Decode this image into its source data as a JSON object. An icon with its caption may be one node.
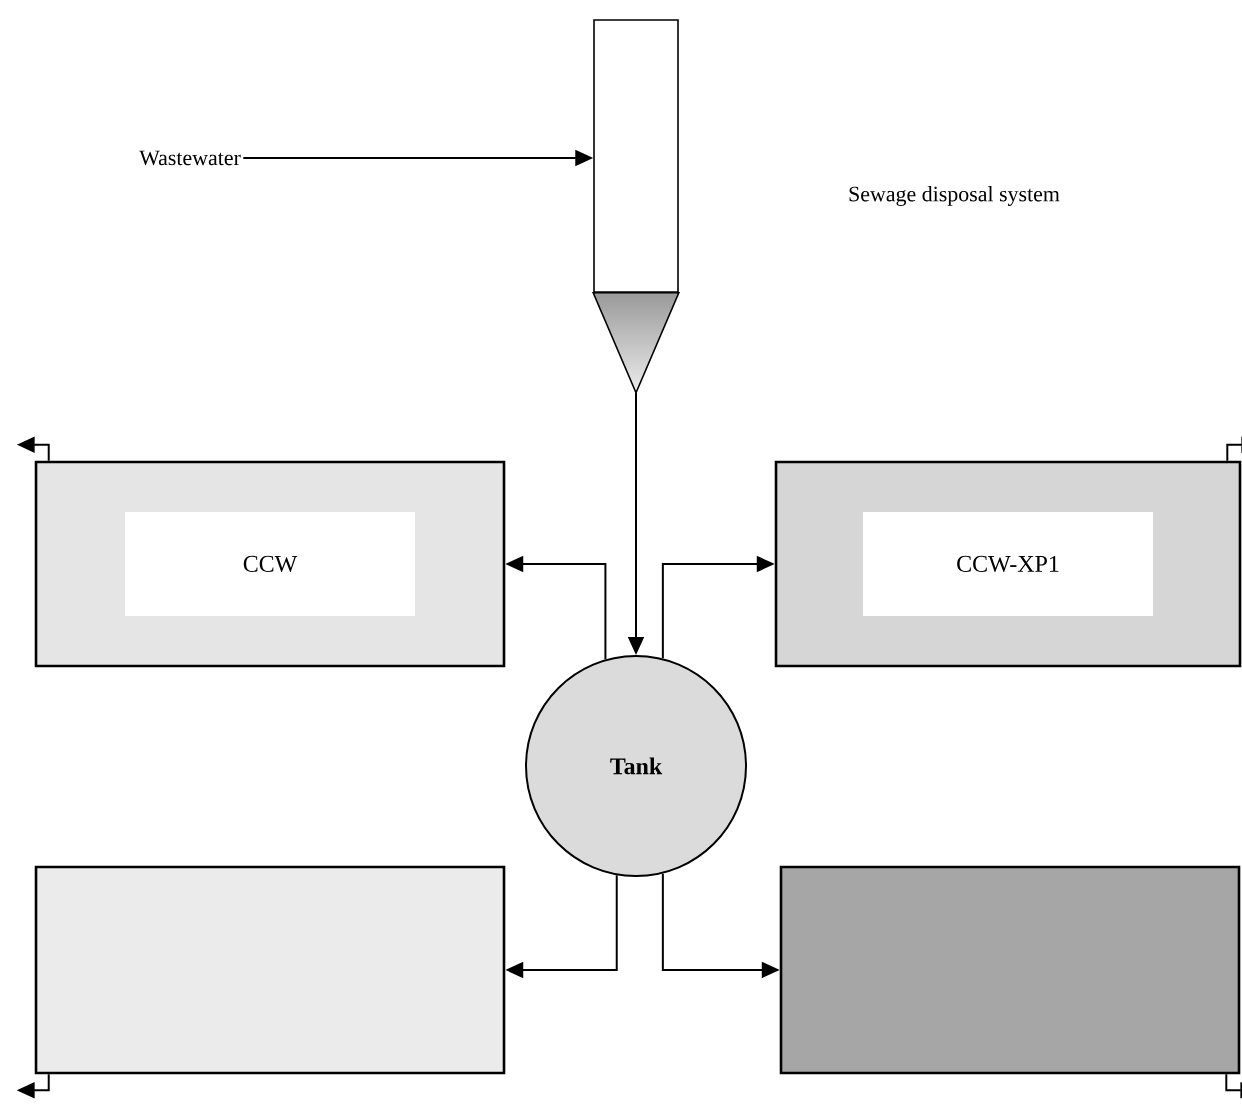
{
  "diagram": {
    "nodes": [
      {
        "text": [
          "Wastewater"
        ]
      },
      {
        "text": [],
        "shape": "box"
      },
      {
        "text": [
          "CCW"
        ]
      },
      {
        "text": [
          "CCW-XP1"
        ]
      },
      {
        "text": [
          "Tank"
        ]
      },
      {
        "text": [],
        "shape": "box"
      },
      {
        "text": [],
        "shape": "box"
      }
    ],
    "edges": [
      {
        "from": 0,
        "to": 1,
        "arrow": "to"
      },
      {
        "from": 1,
        "to": 4,
        "arrow": "to"
      },
      {
        "from": 4,
        "to": 2,
        "arrow": "to"
      },
      {
        "from": 4,
        "to": 3,
        "arrow": "to"
      },
      {
        "from": 4,
        "to": 5,
        "arrow": "to"
      },
      {
        "from": 4,
        "to": 6,
        "arrow": "to"
      },
      {
        "from": 2,
        "to": null,
        "arrow": "to"
      },
      {
        "from": 3,
        "to": null,
        "arrow": "to"
      },
      {
        "from": 5,
        "to": null,
        "arrow": "to"
      },
      {
        "from": 6,
        "to": null,
        "arrow": "to"
      }
    ],
    "labels": [
      "Sewage disposal system"
    ]
  }
}
